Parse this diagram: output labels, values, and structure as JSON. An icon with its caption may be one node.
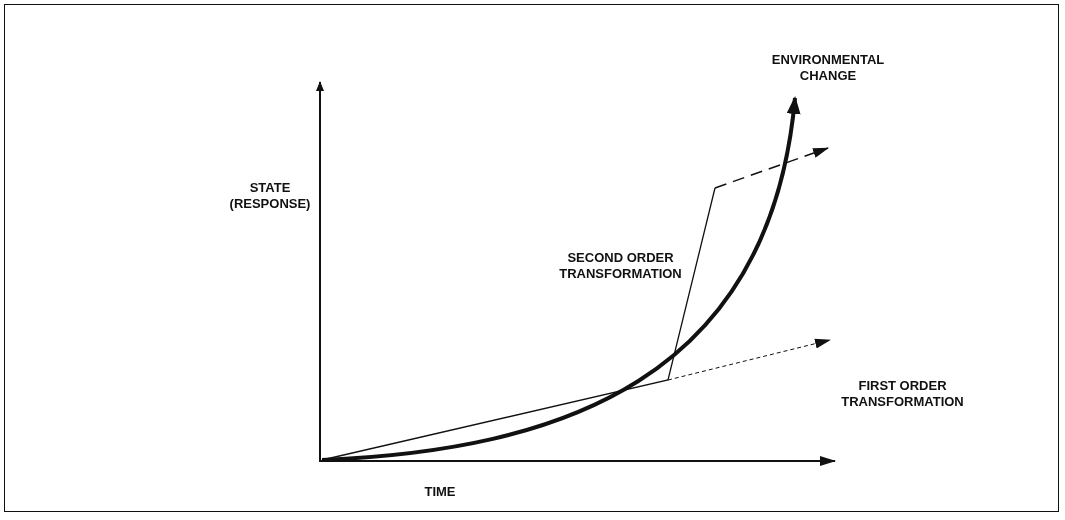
{
  "diagram": {
    "labels": [
      "ENVIRONMENTAL CHANGE",
      "STATE (RESPONSE)",
      "SECOND ORDER TRANSFORMATION",
      "FIRST ORDER TRANSFORMATION",
      "TIME"
    ]
  }
}
